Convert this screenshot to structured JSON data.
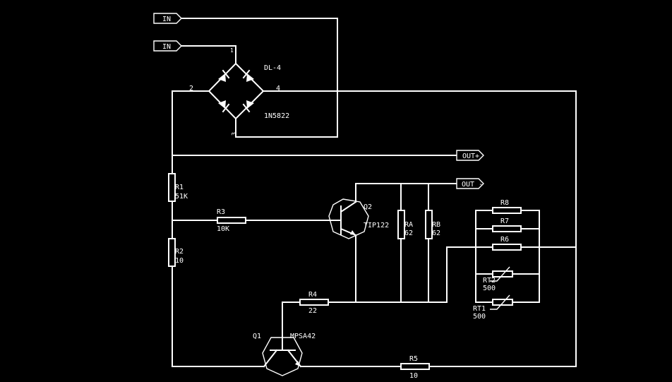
{
  "ports": {
    "in1": "IN",
    "in2": "IN",
    "out_plus": "OUT+",
    "out_minus": "OUT -"
  },
  "bridge": {
    "ref": "DL-4",
    "part": "1N5822",
    "pins": [
      "1",
      "2",
      "3",
      "4"
    ]
  },
  "resistors": {
    "r1": {
      "ref": "R1",
      "value": "51K"
    },
    "r2": {
      "ref": "R2",
      "value": "10"
    },
    "r3": {
      "ref": "R3",
      "value": "10K"
    },
    "r4": {
      "ref": "R4",
      "value": "22"
    },
    "r5": {
      "ref": "R5",
      "value": "10"
    },
    "ra": {
      "ref": "RA",
      "value": "62"
    },
    "rb": {
      "ref": "RB",
      "value": "62"
    },
    "r6": {
      "ref": "R6"
    },
    "r7": {
      "ref": "R7"
    },
    "r8": {
      "ref": "R8"
    }
  },
  "thermistors": {
    "rt1": {
      "ref": "RT1",
      "value": "500"
    },
    "rt2": {
      "ref": "RT2",
      "value": "500"
    }
  },
  "transistors": {
    "q1": {
      "ref": "Q1",
      "part": "MPSA42"
    },
    "q2": {
      "ref": "Q2",
      "part": "TIP122"
    }
  }
}
